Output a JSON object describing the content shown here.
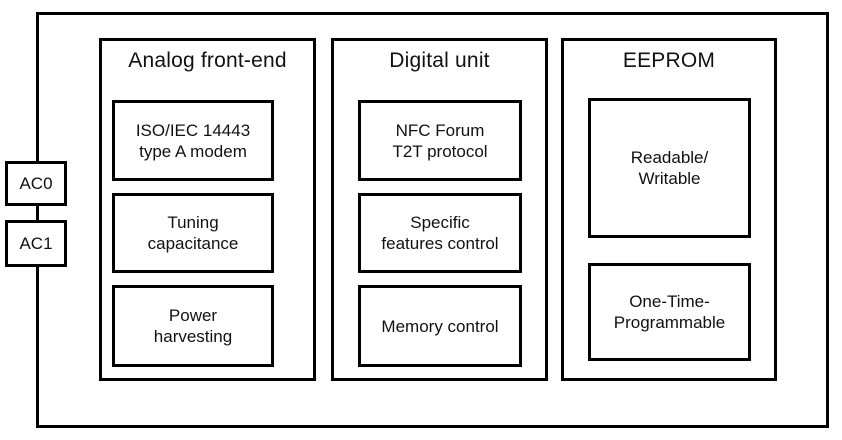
{
  "diagram": {
    "pins": [
      {
        "label": "AC0"
      },
      {
        "label": "AC1"
      }
    ],
    "sections": [
      {
        "title": "Analog front-end",
        "blocks": [
          "ISO/IEC 14443\ntype A modem",
          "Tuning\ncapacitance",
          "Power\nharvesting"
        ]
      },
      {
        "title": "Digital unit",
        "blocks": [
          "NFC Forum\nT2T protocol",
          "Specific\nfeatures control",
          "Memory control"
        ]
      },
      {
        "title": "EEPROM",
        "blocks": [
          "Readable/\nWritable",
          "One-Time-\nProgrammable"
        ]
      }
    ],
    "colors": {
      "line": "#000000",
      "background": "#ffffff",
      "text": "#111111"
    }
  }
}
